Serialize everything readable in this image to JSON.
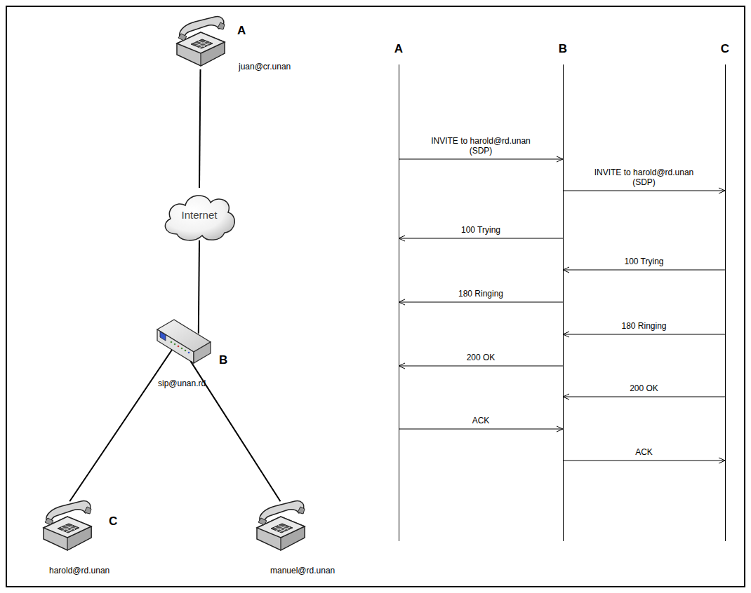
{
  "diagram": {
    "nodes": [
      {
        "text": [
          "A",
          "juan@cr.unan"
        ]
      },
      {
        "text": [
          "Internet"
        ]
      },
      {
        "text": [
          "B",
          "sip@unan.rd"
        ]
      },
      {
        "text": [
          "C",
          "harold@rd.unan"
        ]
      },
      {
        "text": [
          "manuel@rd.unan"
        ]
      },
      {
        "text": [
          "A"
        ]
      },
      {
        "text": [
          "B"
        ]
      },
      {
        "text": [
          "C"
        ]
      }
    ],
    "edges": [
      {
        "from": 0,
        "to": 1,
        "arrow": "none"
      },
      {
        "from": 1,
        "to": 2,
        "arrow": "none"
      },
      {
        "from": 2,
        "to": 3,
        "arrow": "none"
      },
      {
        "from": 2,
        "to": 4,
        "arrow": "none"
      },
      {
        "from": 5,
        "to": 6,
        "label": "INVITE to harold@rd.unan (SDP)",
        "arrow": "to"
      },
      {
        "from": 6,
        "to": 7,
        "label": "INVITE to harold@rd.unan (SDP)",
        "arrow": "to"
      },
      {
        "from": 6,
        "to": 5,
        "label": "100 Trying",
        "arrow": "to"
      },
      {
        "from": 7,
        "to": 6,
        "label": "100 Trying",
        "arrow": "to"
      },
      {
        "from": 6,
        "to": 5,
        "label": "180 Ringing",
        "arrow": "to"
      },
      {
        "from": 7,
        "to": 6,
        "label": "180 Ringing",
        "arrow": "to"
      },
      {
        "from": 6,
        "to": 5,
        "label": "200 OK",
        "arrow": "to"
      },
      {
        "from": 7,
        "to": 6,
        "label": "200 OK",
        "arrow": "to"
      },
      {
        "from": 5,
        "to": 6,
        "label": "ACK",
        "arrow": "to"
      },
      {
        "from": 6,
        "to": 7,
        "label": "ACK",
        "arrow": "to"
      }
    ]
  }
}
